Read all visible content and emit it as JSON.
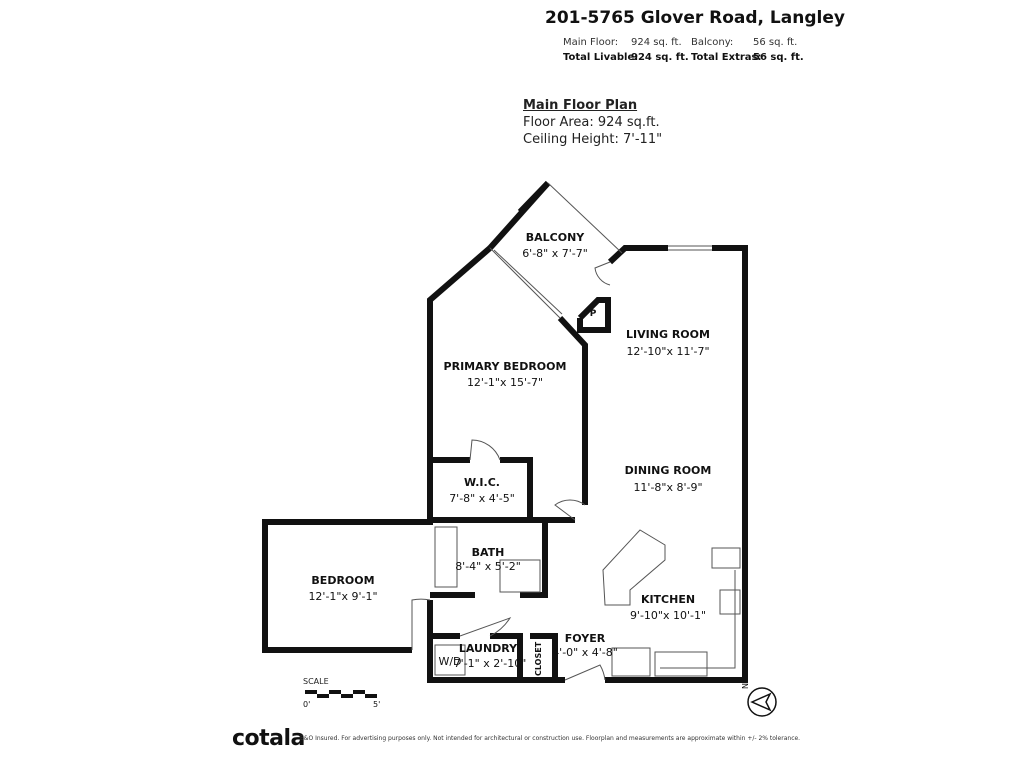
{
  "header": {
    "address": "201-5765 Glover Road, Langley",
    "main_floor_label": "Main Floor:",
    "main_floor_value": "924 sq. ft.",
    "balcony_label": "Balcony:",
    "balcony_value": "56 sq. ft.",
    "total_livable_label": "Total Livable:",
    "total_livable_value": "924 sq. ft.",
    "total_extras_label": "Total Extras:",
    "total_extras_value": "56 sq. ft."
  },
  "floor_plan": {
    "title": "Main Floor Plan",
    "area": "Floor Area: 924 sq.ft.",
    "ceiling": "Ceiling Height: 7'-11\""
  },
  "rooms": [
    {
      "name": "BALCONY",
      "dims": "6'-8\" x 7'-7\""
    },
    {
      "name": "LIVING ROOM",
      "dims": "12'-10\"x 11'-7\""
    },
    {
      "name": "PRIMARY BEDROOM",
      "dims": "12'-1\"x 15'-7\""
    },
    {
      "name": "DINING ROOM",
      "dims": "11'-8\"x 8'-9\""
    },
    {
      "name": "W.I.C.",
      "dims": "7'-8\" x 4'-5\""
    },
    {
      "name": "BATH",
      "dims": "8'-4\" x 5'-2\""
    },
    {
      "name": "BEDROOM",
      "dims": "12'-1\"x 9'-1\""
    },
    {
      "name": "KITCHEN",
      "dims": "9'-10\"x 10'-1\""
    },
    {
      "name": "LAUNDRY",
      "dims": "7'-1\" x 2'-10\""
    },
    {
      "name": "FOYER",
      "dims": "4'-0\" x 4'-8\""
    }
  ],
  "fixtures": {
    "fireplace": "FP",
    "closet": "CLOSET",
    "washer_dryer": "W/D"
  },
  "scale": {
    "label": "SCALE",
    "start": "0'",
    "end": "5'"
  },
  "compass": "N",
  "footer": {
    "logo": "cotala",
    "disclaimer": "E&O Insured. For advertising purposes only. Not intended for architectural or construction use. Floorplan and measurements are approximate within +/- 2% tolerance."
  }
}
